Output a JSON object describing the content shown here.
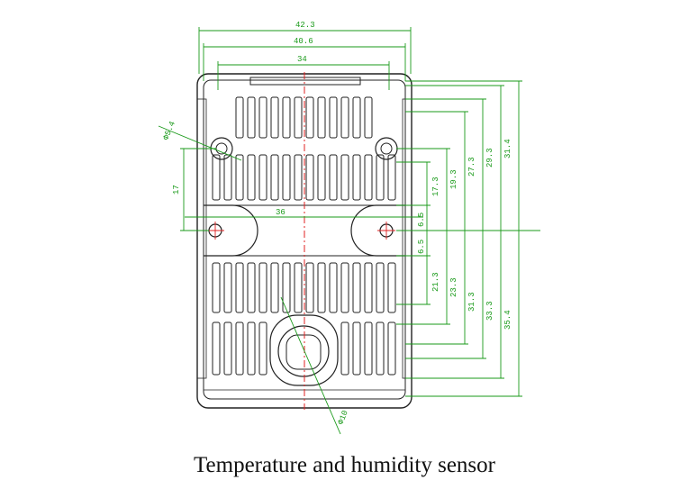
{
  "caption": "Temperature and humidity sensor",
  "colors": {
    "outline": "#222222",
    "dimension": "#1a9a1a",
    "centerline": "#e02020",
    "background": "#ffffff"
  },
  "dimensions": {
    "overall_width": "42.3",
    "inner_width": "40.6",
    "slot_width": "34",
    "hole_spacing": "36",
    "hole_diameter": "Φ5.4",
    "top_hole_to_mid": "17",
    "vent_diameter": "Φ10",
    "right_top": [
      "6.5",
      "17.3",
      "19.3",
      "27.3",
      "29.3",
      "31.4"
    ],
    "right_bottom": [
      "6.5",
      "21.3",
      "23.3",
      "31.3",
      "33.3",
      "35.4"
    ]
  }
}
